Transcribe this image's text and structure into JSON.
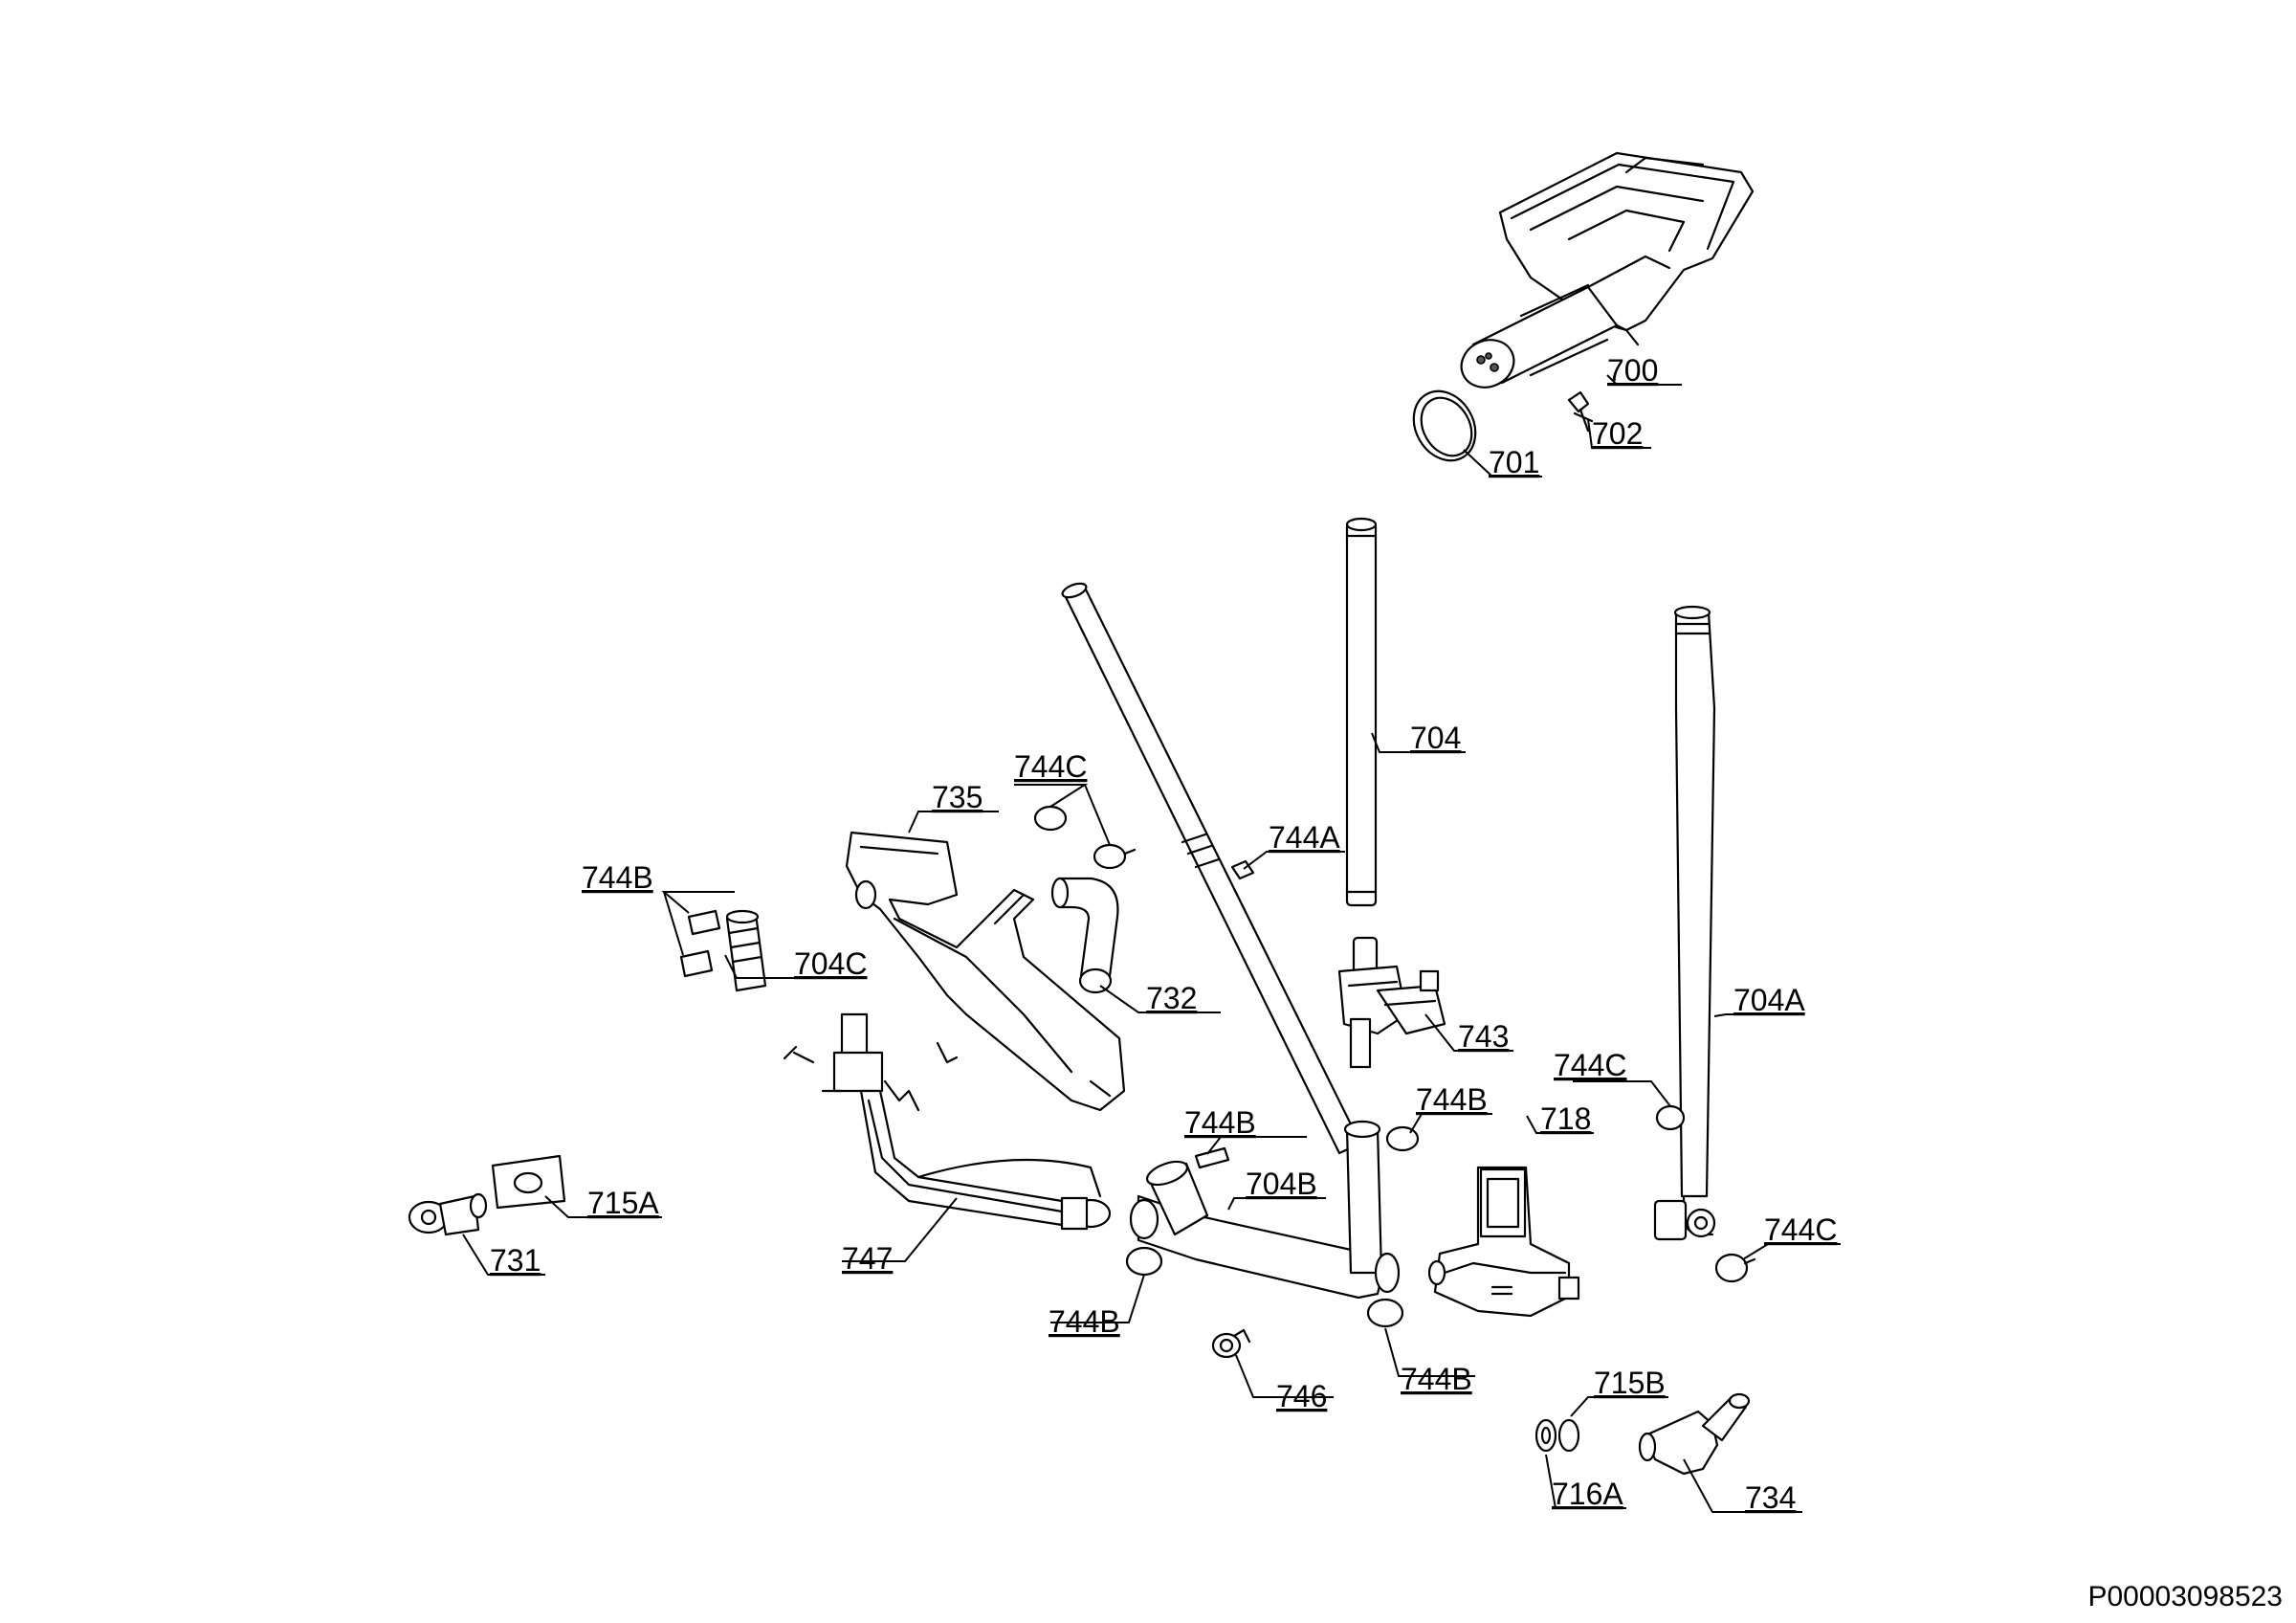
{
  "labels": {
    "p700": "700",
    "p701": "701",
    "p702": "702",
    "p704": "704",
    "p704a": "704A",
    "p704b": "704B",
    "p704c": "704C",
    "p715a": "715A",
    "p715b": "715B",
    "p716a": "716A",
    "p718": "718",
    "p731": "731",
    "p732": "732",
    "p734": "734",
    "p735": "735",
    "p743": "743",
    "p744a": "744A",
    "p744b_1": "744B",
    "p744b_2": "744B",
    "p744b_3": "744B",
    "p744b_4": "744B",
    "p744b_5": "744B",
    "p744c_1": "744C",
    "p744c_2": "744C",
    "p744c_3": "744C",
    "p746": "746",
    "p747": "747"
  },
  "document_id": "P00003098523"
}
